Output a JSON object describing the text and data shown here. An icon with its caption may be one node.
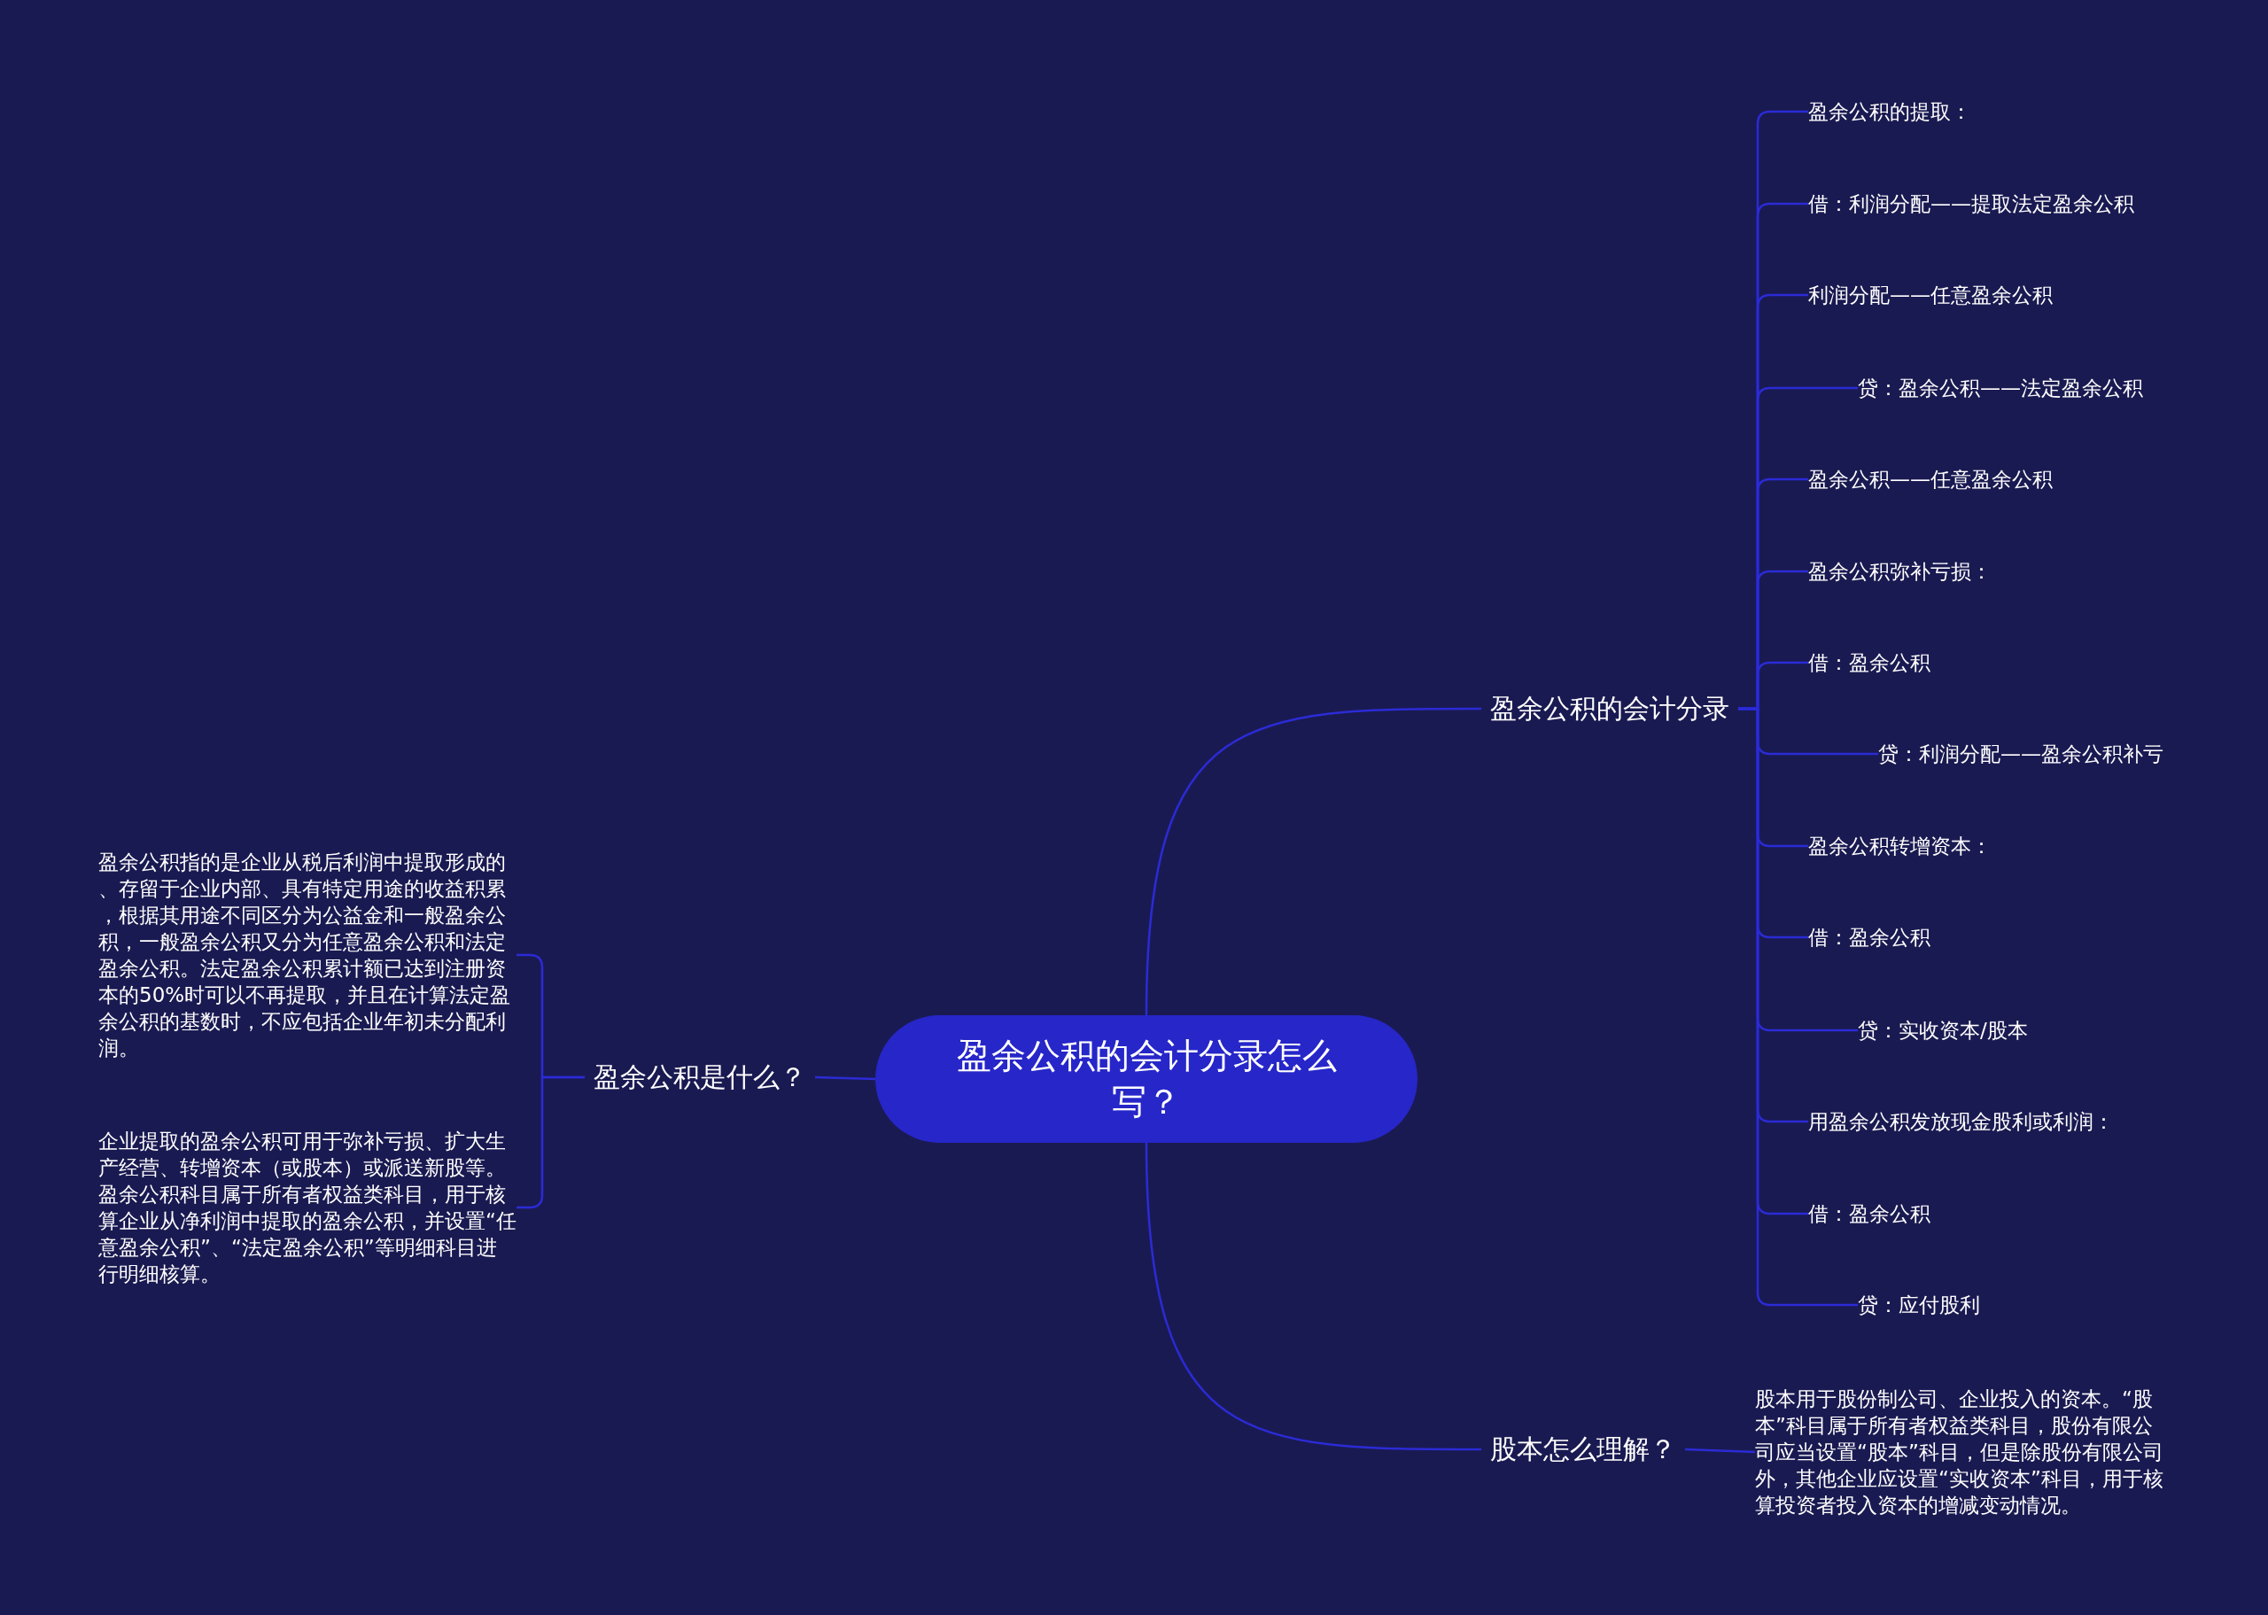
{
  "diagram": {
    "nodes": [
      {
        "text": [
          "盈余公积的会计分录怎么写？"
        ]
      },
      {
        "text": [
          "盈余公积的会计分录"
        ]
      },
      {
        "text": [
          "盈余公积的提取："
        ]
      },
      {
        "text": [
          "借：利润分配——提取法定盈余公积"
        ]
      },
      {
        "text": [
          "利润分配——任意盈余公积"
        ]
      },
      {
        "text": [
          "贷：盈余公积——法定盈余公积"
        ]
      },
      {
        "text": [
          "盈余公积——任意盈余公积"
        ]
      },
      {
        "text": [
          "盈余公积弥补亏损："
        ]
      },
      {
        "text": [
          "借：盈余公积"
        ]
      },
      {
        "text": [
          "贷：利润分配——盈余公积补亏"
        ]
      },
      {
        "text": [
          "盈余公积转增资本："
        ]
      },
      {
        "text": [
          "借：盈余公积"
        ]
      },
      {
        "text": [
          "贷：实收资本/股本"
        ]
      },
      {
        "text": [
          "用盈余公积发放现金股利或利润："
        ]
      },
      {
        "text": [
          "借：盈余公积"
        ]
      },
      {
        "text": [
          "贷：应付股利"
        ]
      },
      {
        "text": [
          "股本怎么理解？"
        ]
      },
      {
        "text": [
          "股本用于股份制公司、企业投入的资本。“股本”科目属于所有者权益类科目，股份有限公司应当设置“股本”科目，但是除股份有限公司外，其他企业应设置“实收资本”科目，用于核算投资者投入资本的增减变动情况。"
        ]
      },
      {
        "text": [
          "盈余公积是什么？"
        ]
      },
      {
        "text": [
          "盈余公积指的是企业从税后利润中提取形成的、存留于企业内部、具有特定用途的收益积累，根据其用途不同区分为公益金和一般盈余公积，一般盈余公积又分为任意盈余公积和法定盈余公积。法定盈余公积累计额已达到注册资本的50%时可以不再提取，并且在计算法定盈余公积的基数时，不应包括企业年初未分配利润。"
        ]
      },
      {
        "text": [
          "企业提取的盈余公积可用于弥补亏损、扩大生产经营、转增资本（或股本）或派送新股等。盈余公积科目属于所有者权益类科目，用于核算企业从净利润中提取的盈余公积，并设置“任意盈余公积”、“法定盈余公积”等明细科目进行明细核算。"
        ]
      }
    ],
    "edges": [
      {
        "from": 0,
        "to": 1,
        "arrow": "none"
      },
      {
        "from": 1,
        "to": 2,
        "arrow": "none"
      },
      {
        "from": 1,
        "to": 3,
        "arrow": "none"
      },
      {
        "from": 1,
        "to": 4,
        "arrow": "none"
      },
      {
        "from": 1,
        "to": 5,
        "arrow": "none"
      },
      {
        "from": 1,
        "to": 6,
        "arrow": "none"
      },
      {
        "from": 1,
        "to": 7,
        "arrow": "none"
      },
      {
        "from": 1,
        "to": 8,
        "arrow": "none"
      },
      {
        "from": 1,
        "to": 9,
        "arrow": "none"
      },
      {
        "from": 1,
        "to": 10,
        "arrow": "none"
      },
      {
        "from": 1,
        "to": 11,
        "arrow": "none"
      },
      {
        "from": 1,
        "to": 12,
        "arrow": "none"
      },
      {
        "from": 1,
        "to": 13,
        "arrow": "none"
      },
      {
        "from": 1,
        "to": 14,
        "arrow": "none"
      },
      {
        "from": 1,
        "to": 15,
        "arrow": "none"
      },
      {
        "from": 0,
        "to": 16,
        "arrow": "none"
      },
      {
        "from": 16,
        "to": 17,
        "arrow": "none"
      },
      {
        "from": 0,
        "to": 18,
        "arrow": "none"
      },
      {
        "from": 18,
        "to": 19,
        "arrow": "none"
      },
      {
        "from": 18,
        "to": 20,
        "arrow": "none"
      }
    ]
  }
}
